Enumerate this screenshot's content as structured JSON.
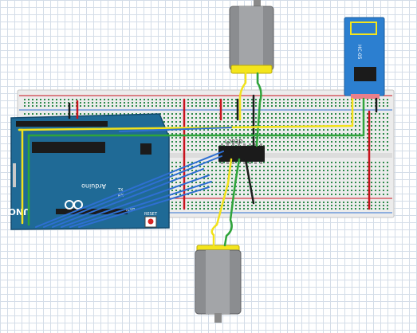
{
  "diagram": {
    "arduino": {
      "logo_text": "UNO",
      "brand_text": "Arduino",
      "reset_label": "RESET",
      "icsp_label": "ICSP",
      "tx_label": "TX",
      "rx_label": "RX"
    },
    "driver_ic": {
      "label": "L293D"
    },
    "bluetooth": {
      "label": "HC-05"
    },
    "motors": [
      "motor-top",
      "motor-bottom"
    ],
    "colors": {
      "board": "#1f6a96",
      "board_dark": "#134a6e",
      "breadboard": "#ececec",
      "wire_blue": "#2e6fd2",
      "wire_yellow": "#f2e21a",
      "wire_green": "#2fa43a",
      "wire_black": "#1c1c1c",
      "wire_red": "#c8141e",
      "motor_body": "#8b8d90",
      "motor_cap": "#f4e51c",
      "bt_board": "#2c7fd0"
    }
  }
}
